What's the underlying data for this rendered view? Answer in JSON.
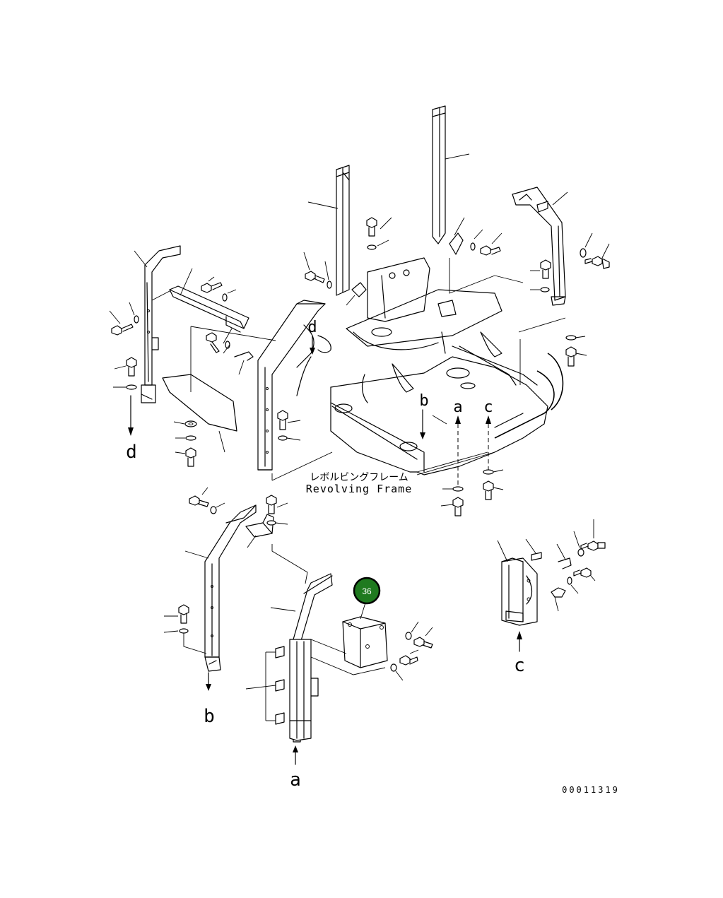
{
  "caption": {
    "japanese": "レボルビングフレーム",
    "english": "Revolving Frame"
  },
  "callout": {
    "number": "36",
    "color": "#1f7a1f",
    "ring_color": "#000000"
  },
  "view_letters": {
    "a_main": "a",
    "b_main": "b",
    "c_main": "c",
    "d_left": "d",
    "d_top": "d",
    "b_bottom": "b",
    "a_bottom": "a",
    "c_right": "c"
  },
  "drawing_number": "00011319"
}
